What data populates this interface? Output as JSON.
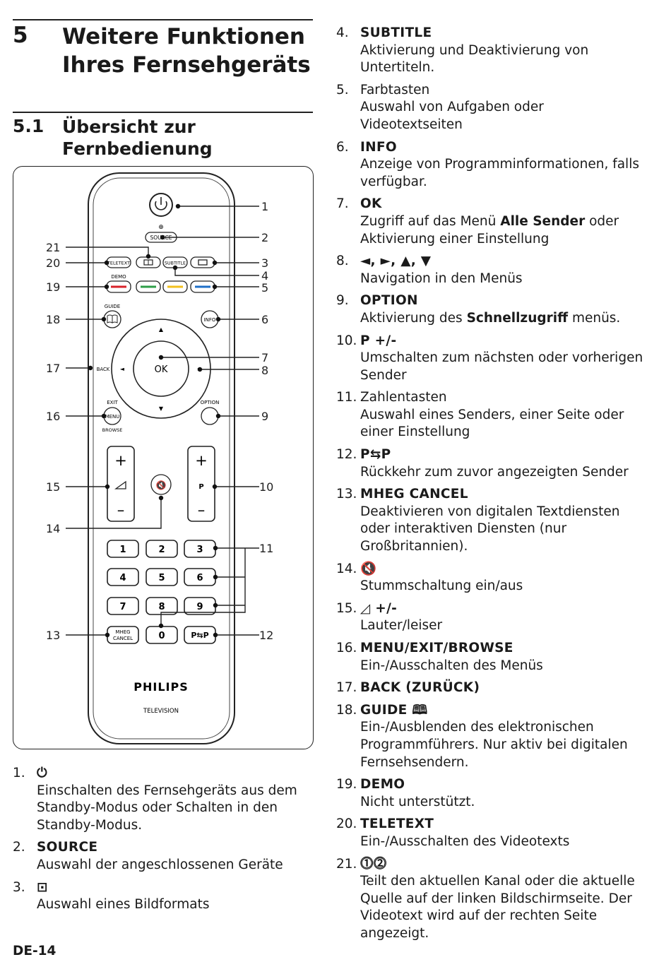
{
  "heading": {
    "number": "5",
    "title_line1": "Weitere Funktionen",
    "title_line2": "Ihres Fernsehgeräts"
  },
  "subheading": {
    "number": "5.1",
    "title_line1": "Übersicht zur",
    "title_line2": "Fernbedienung"
  },
  "remote": {
    "buttons": {
      "source": "SOURCE",
      "teletext": "TELETEXT",
      "subtitle": "SUBTITLE",
      "demo": "DEMO",
      "guide": "GUIDE",
      "info": "INFO",
      "ok": "OK",
      "back": "BACK",
      "exit": "EXIT",
      "menu": "MENU",
      "browse": "BROWSE",
      "option": "OPTION",
      "plus": "+",
      "minus": "–",
      "p": "P",
      "keys": [
        "1",
        "2",
        "3",
        "4",
        "5",
        "6",
        "7",
        "8",
        "9",
        "0"
      ],
      "mheg_line1": "MHEG",
      "mheg_line2": "CANCEL",
      "pp": "P⇆P"
    },
    "brand": "PHILIPS",
    "brand_sub": "TELEVISION",
    "callouts_left": [
      "21",
      "20",
      "19",
      "18",
      "17",
      "16",
      "15",
      "14",
      "13"
    ],
    "callouts_right": [
      "1",
      "2",
      "3",
      "4",
      "5",
      "6",
      "7",
      "8",
      "9",
      "10",
      "11",
      "12"
    ]
  },
  "items_left": [
    {
      "num": "1.",
      "term": "⏻",
      "desc": "Einschalten des Fernsehgeräts aus dem Standby-Modus oder Schalten in den Standby-Modus."
    },
    {
      "num": "2.",
      "term": "SOURCE",
      "desc": "Auswahl der angeschlossenen Geräte"
    },
    {
      "num": "3.",
      "term": "⊡",
      "desc": "Auswahl eines Bildformats"
    }
  ],
  "items_right": [
    {
      "num": "4.",
      "term": "SUBTITLE",
      "desc": "Aktivierung und Deaktivierung von Untertiteln."
    },
    {
      "num": "5.",
      "term_plain": "Farbtasten",
      "desc": "Auswahl von Aufgaben oder Videotextseiten"
    },
    {
      "num": "6.",
      "term": "INFO",
      "desc": "Anzeige von Programminformationen, falls verfügbar."
    },
    {
      "num": "7.",
      "term": "OK",
      "desc_pre": "Zugriff auf das Menü ",
      "desc_bold": "Alle Sender",
      "desc_post": " oder Aktivierung einer Einstellung"
    },
    {
      "num": "8.",
      "term": "◄, ►, ▲, ▼",
      "desc": "Navigation in den Menüs"
    },
    {
      "num": "9.",
      "term": "OPTION",
      "desc_pre": "Aktivierung des ",
      "desc_bold": "Schnellzugriff",
      "desc_post": " menüs."
    },
    {
      "num": "10.",
      "term": "P +/-",
      "desc": "Umschalten zum nächsten oder vorherigen Sender"
    },
    {
      "num": "11.",
      "term_plain": "Zahlentasten",
      "desc": "Auswahl eines Senders, einer Seite oder einer Einstellung"
    },
    {
      "num": "12.",
      "term": "P⇆P",
      "desc": "Rückkehr zum zuvor angezeigten Sender"
    },
    {
      "num": "13.",
      "term": "MHEG CANCEL",
      "desc": "Deaktivieren von digitalen Textdiensten oder interaktiven Diensten (nur Großbritannien)."
    },
    {
      "num": "14.",
      "term": "🔇",
      "desc": "Stummschaltung ein/aus"
    },
    {
      "num": "15.",
      "term": "◿ +/-",
      "desc": "Lauter/leiser"
    },
    {
      "num": "16.",
      "term": "MENU/EXIT/BROWSE",
      "desc": "Ein-/Ausschalten des Menüs"
    },
    {
      "num": "17.",
      "term": "BACK (ZURÜCK)",
      "desc": ""
    },
    {
      "num": "18.",
      "term": "GUIDE 🕮",
      "desc": "Ein-/Ausblenden des elektronischen Programmführers. Nur aktiv bei digitalen Fernsehsendern."
    },
    {
      "num": "19.",
      "term": "DEMO",
      "desc": "Nicht unterstützt."
    },
    {
      "num": "20.",
      "term": "TELETEXT",
      "desc": "Ein-/Ausschalten des Videotexts"
    },
    {
      "num": "21.",
      "term": "⓵⓶",
      "desc": "Teilt den aktuellen Kanal oder die aktuelle Quelle auf der linken Bildschirmseite. Der Videotext wird auf der rechten Seite angezeigt."
    }
  ],
  "footer": "DE-14"
}
